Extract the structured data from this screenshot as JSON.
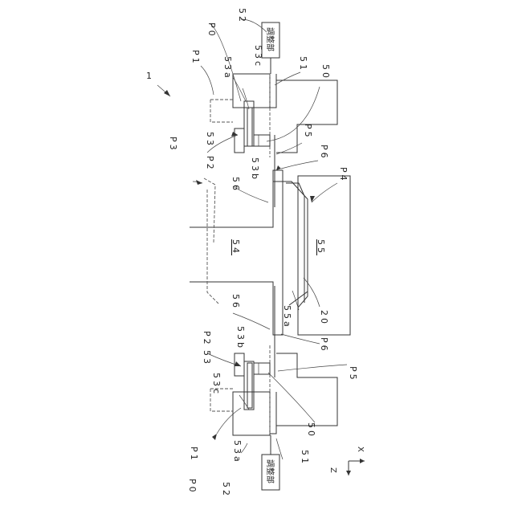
{
  "figure": {
    "ref_main": "1",
    "box_text": "調整部",
    "axis_z": "Z",
    "axis_x": "X"
  },
  "labels": {
    "P0": "P0",
    "P1": "P1",
    "P2": "P2",
    "P3": "P3",
    "P4": "P4",
    "P5": "P5",
    "P6": "P6",
    "n52": "52",
    "n53a": "53a",
    "n53c": "53c",
    "n51": "51",
    "n50": "50",
    "n53": "53",
    "n53b": "53b",
    "n56": "56",
    "n54": "54",
    "n55": "55",
    "n55a": "55a",
    "n20": "20"
  }
}
